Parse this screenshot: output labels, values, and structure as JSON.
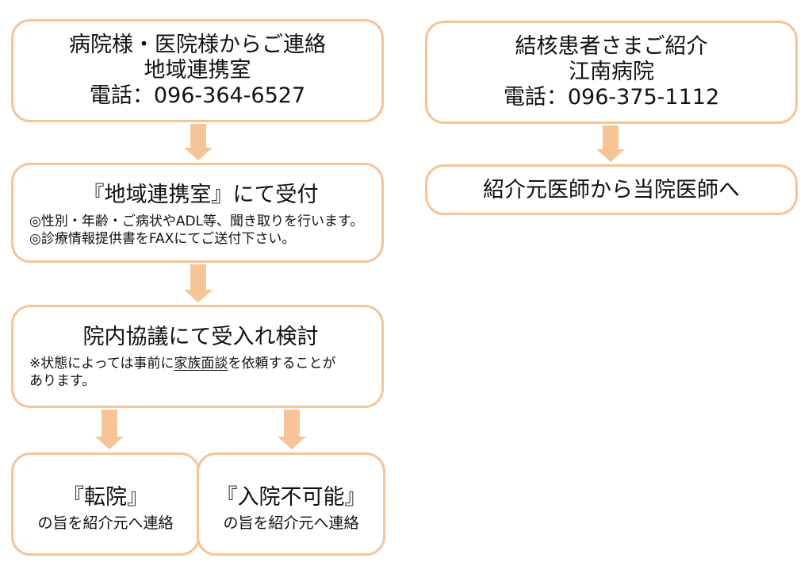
{
  "left_flow": {
    "contact": {
      "line1": "病院様・医院様からご連絡",
      "line2": "地域連携室",
      "phone": "電話：096-364-6527"
    },
    "reception": {
      "title": "『地域連携室』にて受付",
      "note1": "◎性別・年齢・ご病状やADL等、聞き取りを行います。",
      "note2": "◎診療情報提供書をFAXにてご送付下さい。"
    },
    "deliberation": {
      "title": "院内協議にて受入れ検討",
      "note_before": "※状態によっては事前に",
      "note_underlined": "家族面談",
      "note_after": "を依頼することが",
      "note_line2": "あります。"
    },
    "transfer": {
      "title": "『転院』",
      "subtitle": "の旨を紹介元へ連絡"
    },
    "not_possible": {
      "title": "『入院不可能』",
      "subtitle": "の旨を紹介元へ連絡"
    }
  },
  "right_flow": {
    "tb_referral": {
      "line1": "結核患者さまご紹介",
      "line2": "江南病院",
      "phone": "電話：096-375-1112"
    },
    "doctor_to_doctor": {
      "text": "紹介元医師から当院医師へ"
    }
  },
  "colors": {
    "box_border": "#f6c497",
    "arrow_fill": "#f6c497"
  }
}
